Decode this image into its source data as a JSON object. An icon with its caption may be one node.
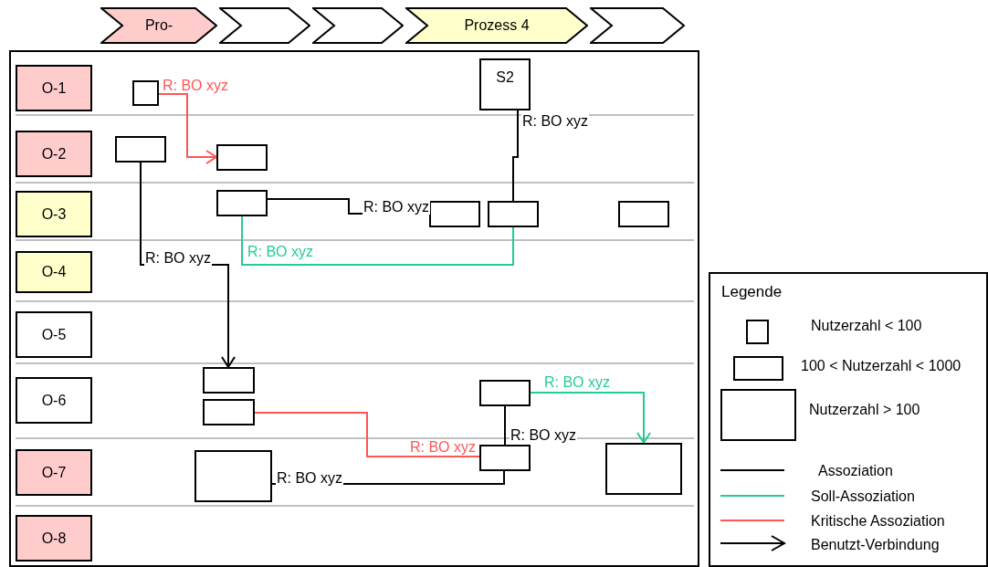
{
  "diagram": {
    "nodes": [
      {
        "text": [
          "Pro-"
        ]
      },
      {
        "text": [],
        "shape": "chevron"
      },
      {
        "text": [],
        "shape": "chevron"
      },
      {
        "text": [
          "Prozess 4"
        ]
      },
      {
        "text": [],
        "shape": "chevron"
      },
      {
        "text": [
          "O-1"
        ]
      },
      {
        "text": [
          "O-2"
        ]
      },
      {
        "text": [
          "O-3"
        ]
      },
      {
        "text": [
          "O-4"
        ]
      },
      {
        "text": [
          "O-5"
        ]
      },
      {
        "text": [
          "O-6"
        ]
      },
      {
        "text": [
          "O-7"
        ]
      },
      {
        "text": [
          "O-8"
        ]
      },
      {
        "text": [],
        "shape": "box"
      },
      {
        "text": [
          "S2"
        ]
      },
      {
        "text": [],
        "shape": "box"
      },
      {
        "text": [],
        "shape": "box"
      },
      {
        "text": [],
        "shape": "box"
      },
      {
        "text": [],
        "shape": "box"
      },
      {
        "text": [],
        "shape": "box"
      },
      {
        "text": [],
        "shape": "box"
      },
      {
        "text": [],
        "shape": "box"
      },
      {
        "text": [],
        "shape": "box"
      },
      {
        "text": [],
        "shape": "box"
      },
      {
        "text": [],
        "shape": "box"
      },
      {
        "text": [],
        "shape": "box"
      },
      {
        "text": [],
        "shape": "box"
      }
    ],
    "edges": [
      {
        "from": 13,
        "to": 16,
        "arrow": "to",
        "label": "R: BO xyz",
        "color": "#ff5555"
      },
      {
        "from": 14,
        "to": 19,
        "arrow": "none",
        "label": "R: BO xyz"
      },
      {
        "from": 15,
        "to": 21,
        "arrow": "to",
        "label": "R: BO xyz"
      },
      {
        "from": 17,
        "to": 18,
        "arrow": "none",
        "label": "R: BO xyz"
      },
      {
        "from": 17,
        "to": 19,
        "arrow": "none",
        "label": "R: BO xyz",
        "color": "#22cc99"
      },
      {
        "from": 22,
        "to": 25,
        "arrow": "none",
        "label": "R: BO xyz",
        "color": "#ff5555"
      },
      {
        "from": 24,
        "to": 25,
        "arrow": "none",
        "label": "R: BO xyz"
      },
      {
        "from": 23,
        "to": 25,
        "arrow": "none",
        "label": "R: BO xyz"
      },
      {
        "from": 23,
        "to": 26,
        "arrow": "to",
        "label": "R: BO xyz",
        "color": "#22cc99"
      }
    ],
    "labels": [
      "Legende"
    ],
    "legend": [
      {
        "text": "Nutzerzahl < 100"
      },
      {
        "text": "100 < Nutzerzahl < 1000"
      },
      {
        "text": "Nutzerzahl > 100"
      },
      {
        "text": "Assoziation"
      },
      {
        "text": "Soll-Assoziation"
      },
      {
        "text": "Kritische Assoziation"
      },
      {
        "text": "Benutzt-Verbindung"
      }
    ]
  }
}
